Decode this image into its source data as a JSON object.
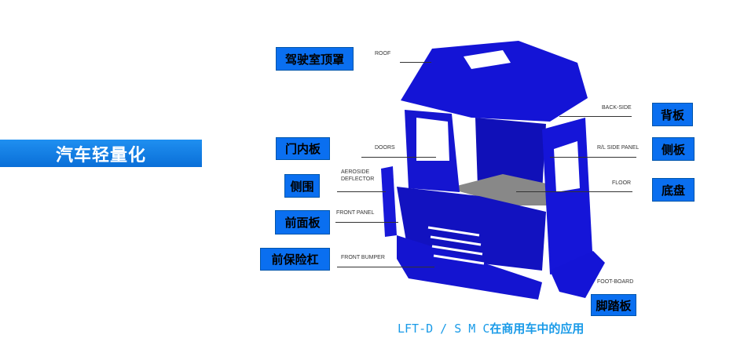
{
  "banner": "汽车轻量化",
  "tags": {
    "roof": "驾驶室顶罩",
    "back": "背板",
    "door_inner": "门内板",
    "side": "侧板",
    "side_surround": "侧围",
    "chassis": "底盘",
    "front_panel": "前面板",
    "bumper": "前保险杠",
    "footboard": "脚踏板"
  },
  "parts": {
    "roof": "ROOF",
    "back_side": "BACK-SIDE",
    "doors": "DOORS",
    "rl_side": "R/L SIDE PANEL",
    "aeroside1": "AEROSIDE",
    "aeroside2": "DEFLECTOR",
    "floor": "FLOOR",
    "front_panel": "FRONT PANEL",
    "front_bumper": "FRONT BUMPER",
    "foot_board": "FOOT-BOARD"
  },
  "caption": {
    "latin": "LFT-D / S M C",
    "cn": "在商用车中的应用"
  },
  "colors": {
    "body": "#1010d8",
    "tag": "#0a6ff0",
    "caption": "#1a9be8"
  }
}
